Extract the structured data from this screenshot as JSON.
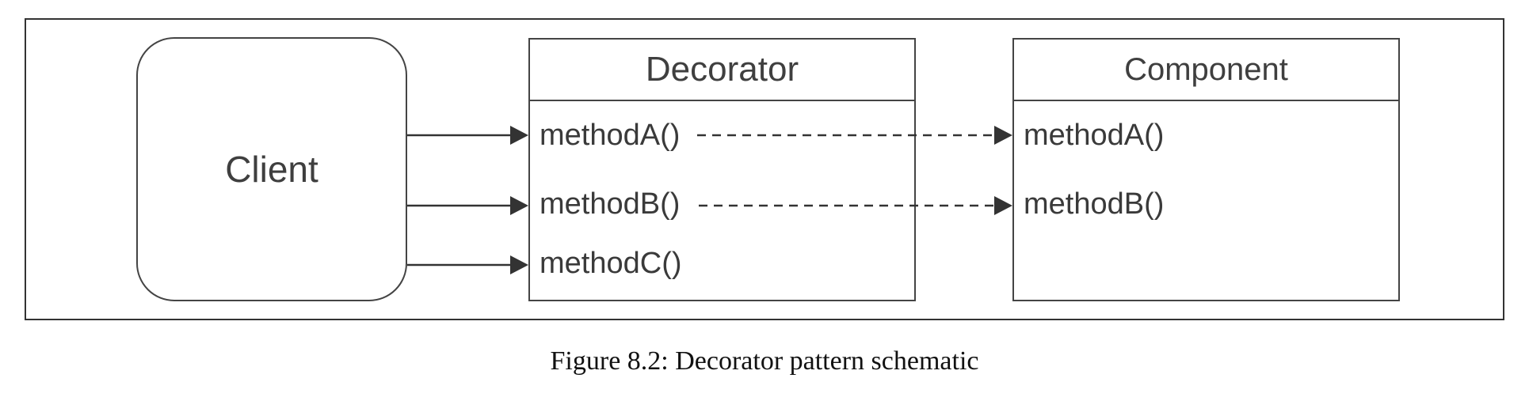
{
  "diagram": {
    "client": {
      "label": "Client"
    },
    "decorator": {
      "title": "Decorator",
      "methods": [
        "methodA()",
        "methodB()",
        "methodC()"
      ]
    },
    "component": {
      "title": "Component",
      "methods": [
        "methodA()",
        "methodB()"
      ]
    },
    "connections": [
      {
        "from": "Client",
        "to": "Decorator.methodA()",
        "style": "solid"
      },
      {
        "from": "Client",
        "to": "Decorator.methodB()",
        "style": "solid"
      },
      {
        "from": "Client",
        "to": "Decorator.methodC()",
        "style": "solid"
      },
      {
        "from": "Decorator.methodA()",
        "to": "Component.methodA()",
        "style": "dashed"
      },
      {
        "from": "Decorator.methodB()",
        "to": "Component.methodB()",
        "style": "dashed"
      }
    ],
    "line_color": "#333333"
  },
  "caption": "Figure 8.2: Decorator pattern schematic"
}
